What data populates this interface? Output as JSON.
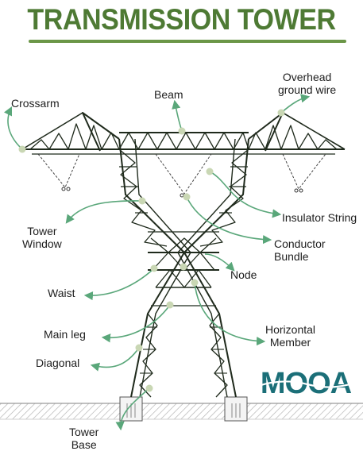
{
  "title": "TRANSMISSION TOWER",
  "labels": {
    "crossarm": "Crossarm",
    "beam": "Beam",
    "overhead_ground_wire": "Overhead\nground wire",
    "insulator_string": "Insulator String",
    "tower_window": "Tower\nWindow",
    "conductor_bundle": "Conductor\nBundle",
    "node": "Node",
    "waist": "Waist",
    "main_leg": "Main leg",
    "horizontal_member": "Horizontal\nMember",
    "diagonal": "Diagonal",
    "tower_base": "Tower\nBase"
  },
  "logo_text": "MOOA",
  "colors": {
    "title": "#4e7a34",
    "arrow": "#5aa77a",
    "dot": "#c9d7b4",
    "lattice": "#1f2a1c",
    "logo": "#1b6f78",
    "ground": "#b8b8b8"
  }
}
